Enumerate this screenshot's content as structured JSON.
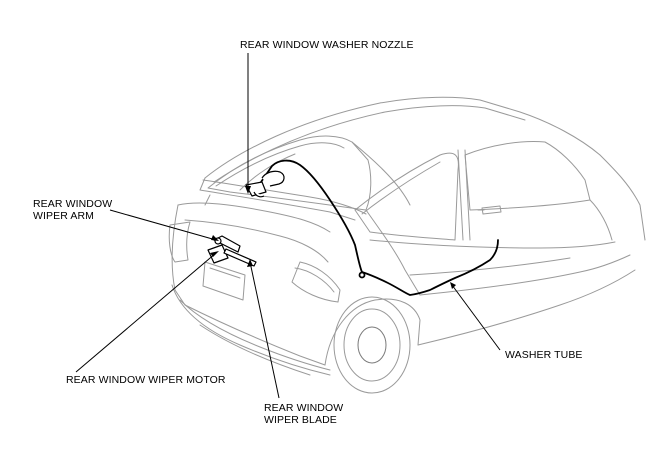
{
  "labels": {
    "nozzle": "REAR WINDOW WASHER NOZZLE",
    "arm_line1": "REAR WINDOW",
    "arm_line2": "WIPER ARM",
    "motor": "REAR WINDOW WIPER MOTOR",
    "blade_line1": "REAR WINDOW",
    "blade_line2": "WIPER BLADE",
    "tube": "WASHER TUBE"
  }
}
